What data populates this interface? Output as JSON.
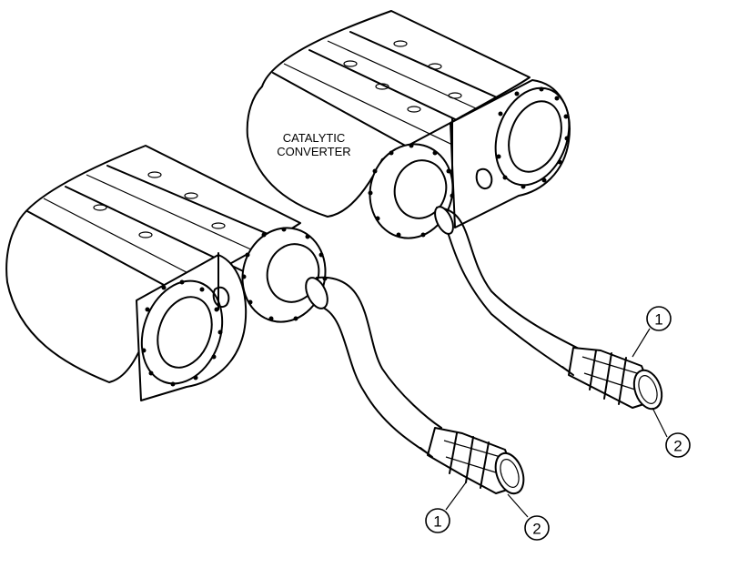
{
  "diagram": {
    "label_lines": [
      "CATALYTIC",
      "CONVERTER"
    ],
    "callouts": {
      "upper_right": {
        "one": "1",
        "two": "2"
      },
      "lower_left": {
        "one": "1",
        "two": "2"
      }
    }
  },
  "colors": {
    "line": "#000000",
    "background": "#ffffff"
  }
}
